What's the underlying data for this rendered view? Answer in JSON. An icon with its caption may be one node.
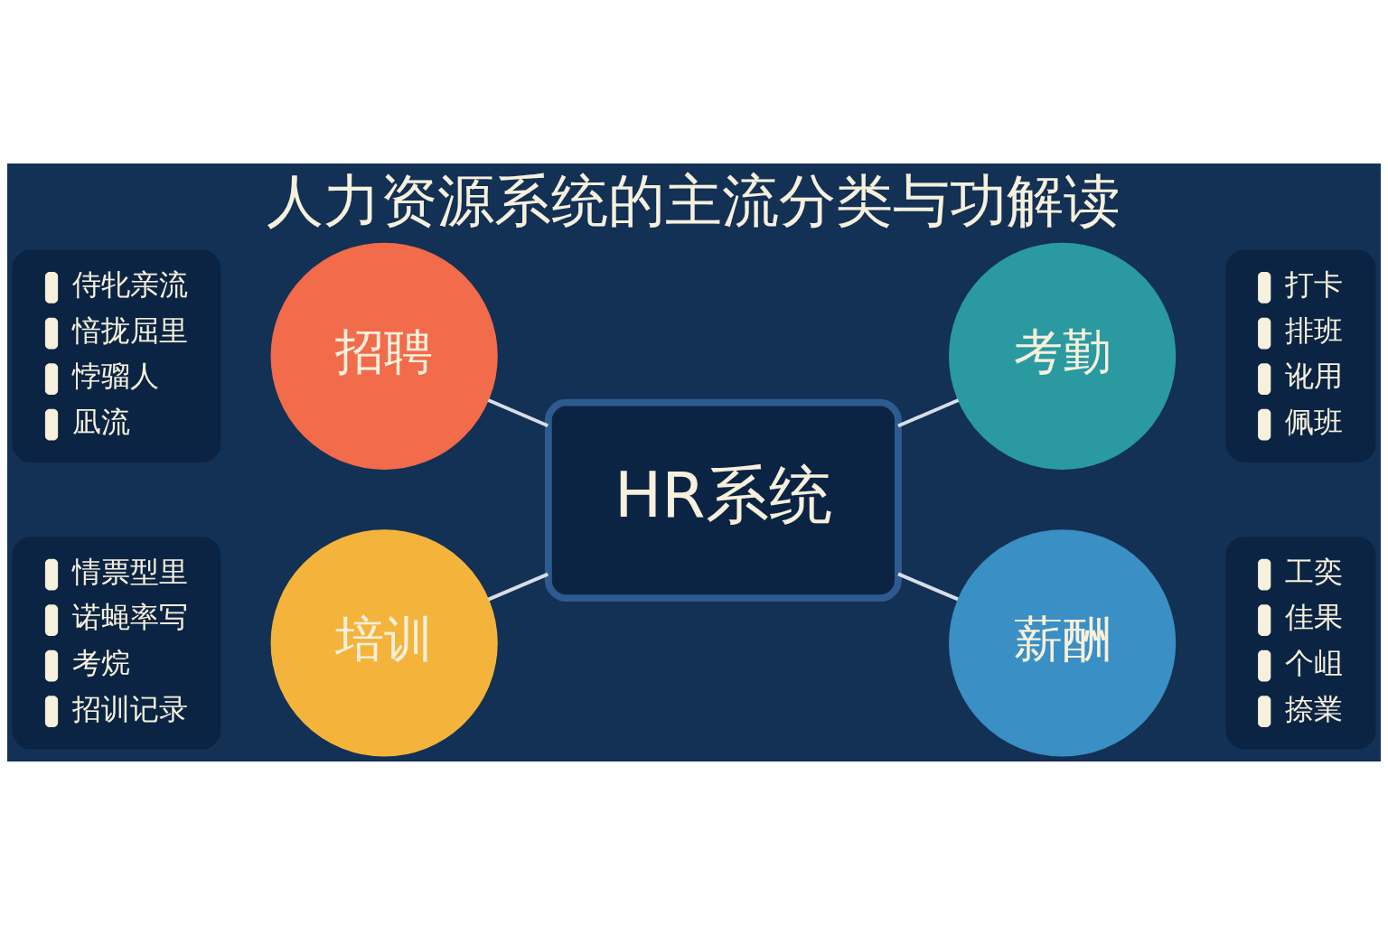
{
  "diagram": {
    "title": "人力资源系统的主流分类与功解读",
    "nodes": [
      {
        "text": [
          "侍牝亲流",
          "愔拢屈里",
          "悖骝人",
          "凪流"
        ]
      },
      {
        "text": [
          "招聘"
        ]
      },
      {
        "text": [
          "考勤"
        ]
      },
      {
        "text": [
          "打卡",
          "排班",
          "讹用",
          "佩班"
        ]
      },
      {
        "text": [
          "HR系统"
        ]
      },
      {
        "text": [
          "情票型里",
          "诺蝇率写",
          "考烷",
          "招训记录"
        ]
      },
      {
        "text": [
          "培训"
        ]
      },
      {
        "text": [
          "薪酬"
        ]
      },
      {
        "text": [
          "工奕",
          "佳果",
          "个岨",
          "捺業"
        ]
      }
    ],
    "edges": [
      {
        "from": 1,
        "to": 4,
        "arrow": "none"
      },
      {
        "from": 4,
        "to": 2,
        "arrow": "none"
      },
      {
        "from": 6,
        "to": 4,
        "arrow": "none"
      },
      {
        "from": 4,
        "to": 7,
        "arrow": "none"
      }
    ]
  }
}
